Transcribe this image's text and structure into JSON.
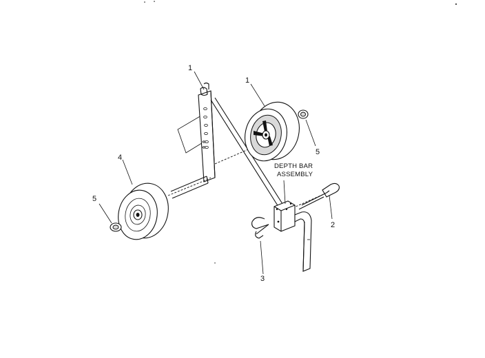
{
  "diagram": {
    "assembly_label_line1": "DEPTH BAR",
    "assembly_label_line2": "ASSEMBLY",
    "callouts": {
      "part_1_bar": "1",
      "part_1_wheel": "1",
      "part_2": "2",
      "part_3": "3",
      "part_4": "4",
      "part_5_right": "5",
      "part_5_left": "5"
    }
  }
}
